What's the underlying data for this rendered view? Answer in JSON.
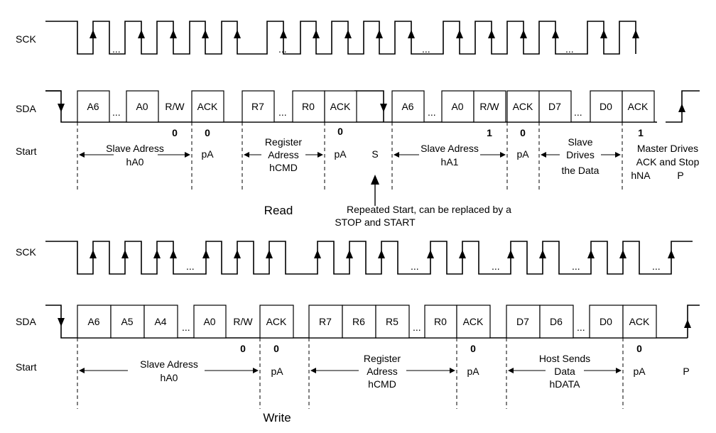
{
  "signals": {
    "sck": "SCK",
    "sda": "SDA",
    "start": "Start",
    "ellipsis": "..."
  },
  "read": {
    "title": "Read",
    "sda_bits": [
      "A6",
      "A0",
      "R/W",
      "ACK",
      "R7",
      "R0",
      "ACK",
      "A6",
      "A0",
      "R/W",
      "ACK",
      "D7",
      "D0",
      "ACK"
    ],
    "values": [
      "0",
      "0",
      "0",
      "1",
      "0",
      "1"
    ],
    "slave_addr_1": [
      "Slave Adress",
      "hA0"
    ],
    "register_addr": [
      "Register",
      "Adress",
      "hCMD"
    ],
    "slave_addr_2": [
      "Slave Adress",
      "hA1"
    ],
    "slave_drives": [
      "Slave",
      "Drives",
      "the Data"
    ],
    "master_drives": [
      "Master Drives",
      "ACK and Stop"
    ],
    "pa": "pA",
    "s": "S",
    "hna": "hNA",
    "p": "P",
    "repeated_start": [
      "Repeated Start, can be replaced by a",
      "STOP and START"
    ]
  },
  "write": {
    "title": "Write",
    "sda_bits": [
      "A6",
      "A5",
      "A4",
      "A0",
      "R/W",
      "ACK",
      "R7",
      "R6",
      "R5",
      "R0",
      "ACK",
      "D7",
      "D6",
      "D0",
      "ACK"
    ],
    "values": [
      "0",
      "0",
      "0",
      "0"
    ],
    "slave_addr": [
      "Slave Adress",
      "hA0"
    ],
    "register_addr": [
      "Register",
      "Adress",
      "hCMD"
    ],
    "host_sends": [
      "Host Sends",
      "Data",
      "hDATA"
    ],
    "pa": "pA",
    "p": "P"
  }
}
